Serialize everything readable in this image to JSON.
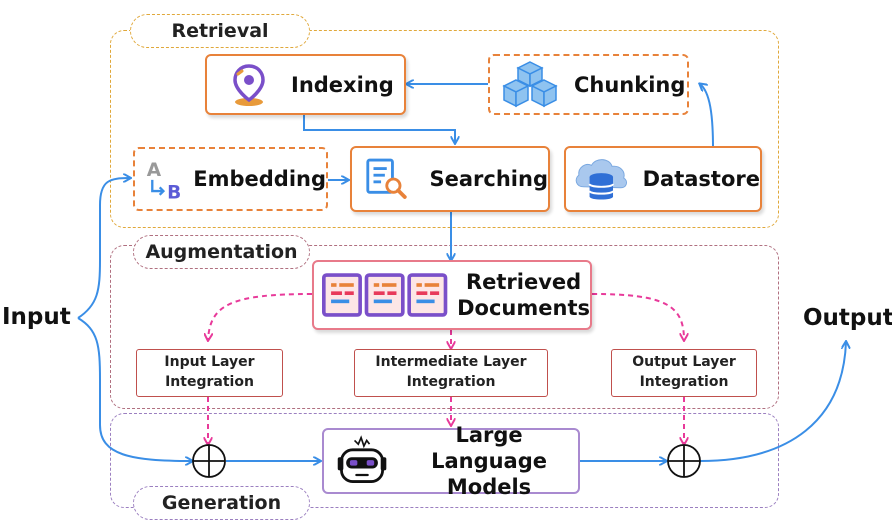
{
  "sections": {
    "retrieval": "Retrieval",
    "augmentation": "Augmentation",
    "generation": "Generation"
  },
  "nodes": {
    "indexing": "Indexing",
    "chunking": "Chunking",
    "embedding": "Embedding",
    "searching": "Searching",
    "datastore": "Datastore",
    "retrieved_line1": "Retrieved",
    "retrieved_line2": "Documents",
    "input_layer_line1": "Input Layer",
    "input_layer_line2": "Integration",
    "intermediate_layer_line1": "Intermediate Layer",
    "intermediate_layer_line2": "Integration",
    "output_layer_line1": "Output Layer",
    "output_layer_line2": "Integration",
    "llm_line1": "Large Language",
    "llm_line2": "Models"
  },
  "io": {
    "input": "Input",
    "output": "Output"
  },
  "embedding_icon": {
    "letter_a": "A",
    "letter_b": "B"
  },
  "colors": {
    "retrieval_border": "#e0a83a",
    "augmentation_border": "#b07080",
    "generation_border": "#9b7fc0",
    "node_border": "#e8823a",
    "integration_border": "#c0504d",
    "flow_arrow": "#3a8ee6",
    "augment_arrow": "#e83a9a"
  }
}
